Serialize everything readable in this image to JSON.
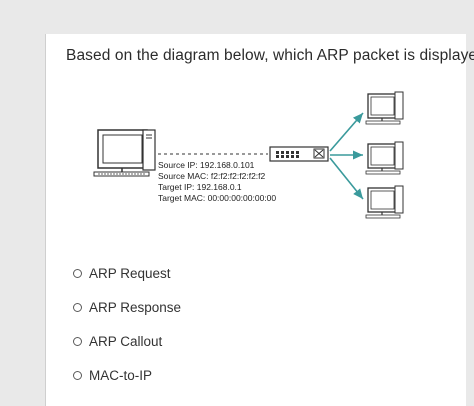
{
  "question": {
    "text": "Based on the diagram below, which ARP packet is displayed?"
  },
  "packet": {
    "source_ip": "Source IP: 192.168.0.101",
    "source_mac": "Source MAC: f2:f2:f2:f2:f2:f2",
    "target_ip": "Target IP: 192.168.0.1",
    "target_mac": "Target MAC: 00:00:00:00:00:00"
  },
  "options": [
    {
      "label": "ARP Request"
    },
    {
      "label": "ARP Response"
    },
    {
      "label": "ARP Callout"
    },
    {
      "label": "MAC-to-IP"
    }
  ],
  "icons": {
    "sender": "desktop-computer-icon",
    "switch": "network-switch-icon",
    "receivers": "desktop-computer-icon"
  },
  "colors": {
    "page_bg": "#e9e9e9",
    "card_bg": "#ffffff",
    "arrow": "#3a9a9c",
    "line": "#333333"
  }
}
